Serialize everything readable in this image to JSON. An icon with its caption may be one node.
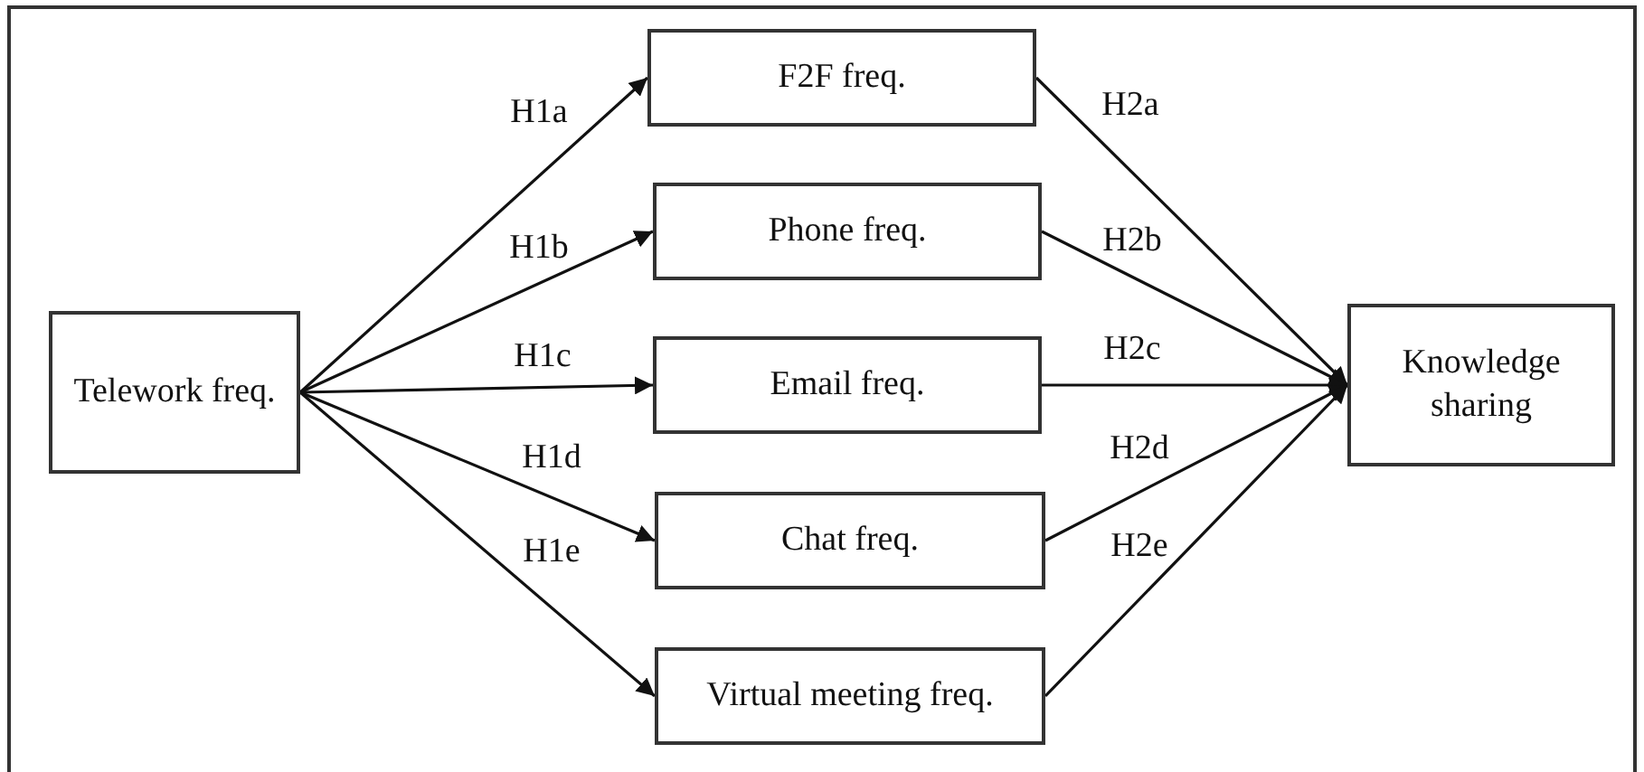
{
  "diagram": {
    "nodes": [
      {
        "text": [
          "Telework freq."
        ]
      },
      {
        "text": [
          "F2F freq."
        ]
      },
      {
        "text": [
          "Phone freq."
        ]
      },
      {
        "text": [
          "Email freq."
        ]
      },
      {
        "text": [
          "Chat freq."
        ]
      },
      {
        "text": [
          "Virtual meeting freq."
        ]
      },
      {
        "text": [
          "Knowledge sharing"
        ]
      }
    ],
    "edges": [
      {
        "from": 0,
        "to": 1,
        "arrow": "to",
        "label": "H1a"
      },
      {
        "from": 0,
        "to": 2,
        "arrow": "to",
        "label": "H1b"
      },
      {
        "from": 0,
        "to": 3,
        "arrow": "to",
        "label": "H1c"
      },
      {
        "from": 0,
        "to": 4,
        "arrow": "to",
        "label": "H1d"
      },
      {
        "from": 0,
        "to": 5,
        "arrow": "to",
        "label": "H1e"
      },
      {
        "from": 1,
        "to": 6,
        "arrow": "to",
        "label": "H2a"
      },
      {
        "from": 2,
        "to": 6,
        "arrow": "to",
        "label": "H2b"
      },
      {
        "from": 3,
        "to": 6,
        "arrow": "to",
        "label": "H2c"
      },
      {
        "from": 4,
        "to": 6,
        "arrow": "to",
        "label": "H2d"
      },
      {
        "from": 5,
        "to": 6,
        "arrow": "to",
        "label": "H2e"
      }
    ]
  }
}
